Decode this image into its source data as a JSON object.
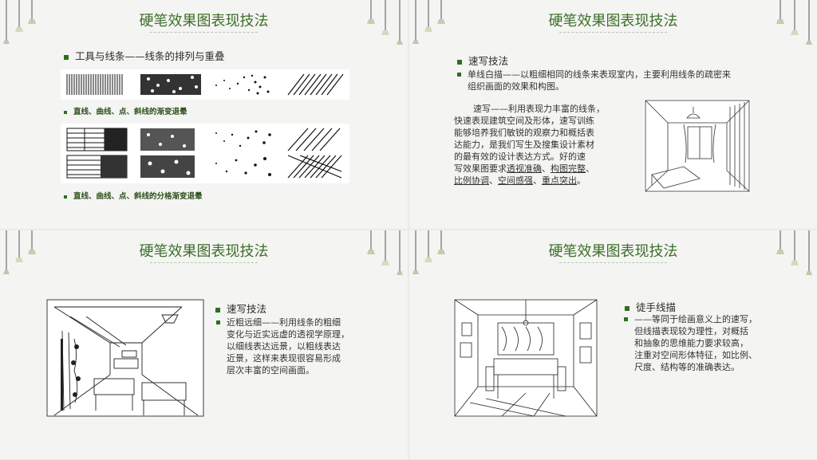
{
  "slides": [
    {
      "title": "硬笔效果图表现技法",
      "bullet": "工具与线条——线条的排列与重叠",
      "caption1": "直线、曲线、点、斜线的渐变退晕",
      "caption2": "直线、曲线、点、斜线的分格渐变退晕"
    },
    {
      "title": "硬笔效果图表现技法",
      "bullet": "速写技法",
      "sub_line1": "单线白描——以粗细相同的线条来表现室内，主要利用线条的疏密来",
      "sub_line2": "组织画面的效果和构图。",
      "para_lines": [
        "速写——利用表现力丰富的线条，",
        "快速表现建筑空间及形体，速写训练",
        "能够培养我们敏锐的观察力和概括表",
        "达能力，是我们写生及搜集设计素材",
        "的最有效的设计表达方式。好的速"
      ],
      "para_last_prefix": "写效果图要求",
      "underlined": [
        "透视准确",
        "构图完整",
        "比例协调",
        "空间感强",
        "重点突出"
      ],
      "sep1": "、",
      "end": "。"
    },
    {
      "title": "硬笔效果图表现技法",
      "bullet": "速写技法",
      "sub_lines": [
        "近粗远细——利用线条的粗细",
        "变化与近实远虚的透视学原理，",
        "以细线表达远景，以粗线表达",
        "近景，这样来表现很容易形成",
        "层次丰富的空间画面。"
      ]
    },
    {
      "title": "硬笔效果图表现技法",
      "bullet": "徒手线描",
      "sub_lines": [
        "——等同于绘画意义上的速写，",
        "但线描表现较为理性，对概括",
        "和抽象的思维能力要求较高，",
        "注重对空间形体特征，如比例、",
        "尺度、结构等的准确表达。"
      ]
    }
  ]
}
